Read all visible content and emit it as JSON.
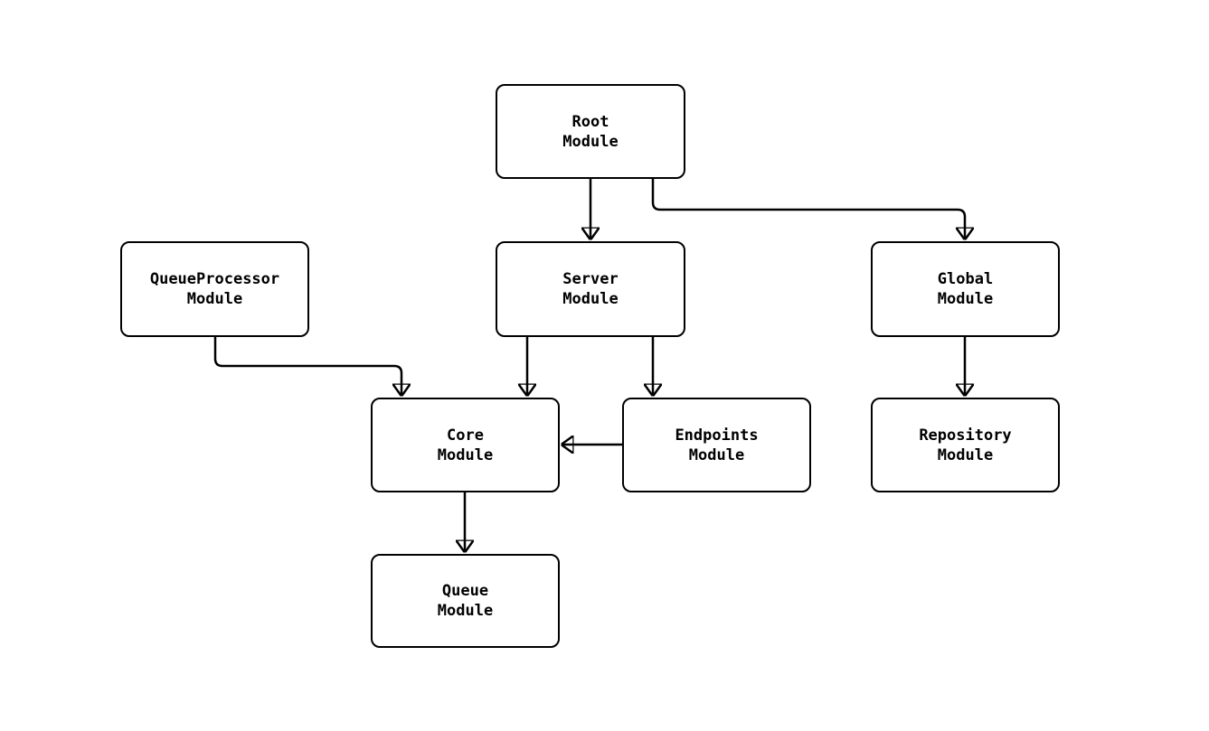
{
  "diagram": {
    "type": "module-dependency-flowchart",
    "background_color": "#ffffff",
    "stroke_color": "#000000",
    "node_fill_color": "#ffffff",
    "nodes": [
      {
        "id": "root",
        "label": "Root\nModule"
      },
      {
        "id": "queueprocessor",
        "label": "QueueProcessor\nModule"
      },
      {
        "id": "server",
        "label": "Server\nModule"
      },
      {
        "id": "global",
        "label": "Global\nModule"
      },
      {
        "id": "core",
        "label": "Core\nModule"
      },
      {
        "id": "endpoints",
        "label": "Endpoints\nModule"
      },
      {
        "id": "repository",
        "label": "Repository\nModule"
      },
      {
        "id": "queue",
        "label": "Queue\nModule"
      }
    ],
    "edges": [
      {
        "from": "root",
        "to": "server"
      },
      {
        "from": "root",
        "to": "global"
      },
      {
        "from": "queueprocessor",
        "to": "core"
      },
      {
        "from": "server",
        "to": "core"
      },
      {
        "from": "server",
        "to": "endpoints"
      },
      {
        "from": "endpoints",
        "to": "core"
      },
      {
        "from": "global",
        "to": "repository"
      },
      {
        "from": "core",
        "to": "queue"
      }
    ]
  }
}
